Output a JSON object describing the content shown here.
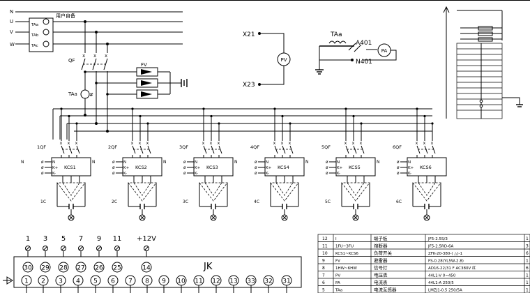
{
  "bus": {
    "phases": [
      "N",
      "U",
      "V",
      "W"
    ],
    "note": "用户自备",
    "ct_labels": [
      "TAa",
      "TAb",
      "TAc"
    ]
  },
  "main": {
    "breaker": "QF",
    "ct": "TAa",
    "arrester": "FV"
  },
  "meter_circuits": {
    "voltmeter_terminals": [
      "X21",
      "X23"
    ],
    "voltmeter_symbol": "PV",
    "ammeter_ct": "TAa",
    "ammeter_terminals": [
      "A401",
      "N401"
    ],
    "ammeter_symbol": "PA"
  },
  "branches": [
    {
      "breaker": "1QF",
      "module": "KCS1",
      "capacitor": "1C"
    },
    {
      "breaker": "2QF",
      "module": "KCS2",
      "capacitor": "2C"
    },
    {
      "breaker": "3QF",
      "module": "KCS3",
      "capacitor": "3C"
    },
    {
      "breaker": "4QF",
      "module": "KCS4",
      "capacitor": "4C"
    },
    {
      "breaker": "5QF",
      "module": "KCS5",
      "capacitor": "5C"
    },
    {
      "breaker": "6QF",
      "module": "KCS6",
      "capacitor": "6C"
    }
  ],
  "module_inputs": [
    "N",
    "K+",
    "K-"
  ],
  "left_input_label": "N",
  "controller": {
    "name": "JK",
    "top_numbers": [
      "1",
      "3",
      "5",
      "7",
      "9",
      "11",
      "+12V"
    ],
    "row1": [
      "30",
      "29",
      "28",
      "27",
      "26",
      "25",
      "14"
    ],
    "row2": [
      "1",
      "2",
      "3",
      "4",
      "5",
      "6",
      "7",
      "8",
      "9",
      "10",
      "11",
      "12",
      "13",
      "33",
      "32",
      "31"
    ]
  },
  "parts_table": {
    "rows": [
      {
        "no": "12",
        "code": "I",
        "name": "端子板",
        "spec": "JF5-2.5S/3"
      },
      {
        "no": "11",
        "code": "1FU~3FU",
        "name": "熔断器",
        "spec": "JF5-2.5RD-6A"
      },
      {
        "no": "10",
        "code": "KCS1~KCS6",
        "name": "负荷开关",
        "spec": "ZFK-20-380-(  △)-1"
      },
      {
        "no": "9",
        "code": "FV",
        "name": "避雷器",
        "spec": "FS-0.28(YL5W-2.8)"
      },
      {
        "no": "8",
        "code": "1HW~6HW",
        "name": "信号灯",
        "spec": "AD16-22/31 F  AC380V 红"
      },
      {
        "no": "7",
        "code": "PV",
        "name": "电压表",
        "spec": "44L1-V  0~450"
      },
      {
        "no": "6",
        "code": "PA",
        "name": "电流表",
        "spec": "44L1-A  250/5"
      },
      {
        "no": "5",
        "code": "TAa",
        "name": "电流互感器",
        "spec": "LMZJ1-0.5  250/5A"
      }
    ],
    "right_col": [
      "1",
      "3",
      "6",
      "1",
      "6",
      "1",
      "1",
      "1"
    ]
  }
}
